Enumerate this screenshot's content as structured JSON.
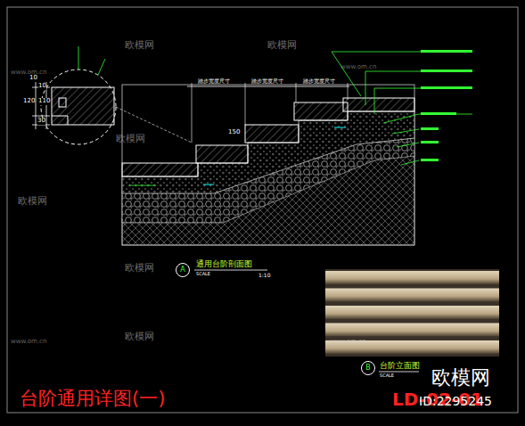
{
  "diagram": {
    "title": "台阶通用详图(一)",
    "nodes": [
      {
        "text": [
          "A"
        ]
      },
      {
        "text": [
          "B"
        ]
      }
    ],
    "labels": [
      "10",
      "120",
      "110",
      "30",
      "10",
      "踏步宽度尺寸",
      "踏步宽度尺寸",
      "踏步宽度尺寸",
      "150",
      "通用台阶剖面图",
      "SCALE",
      "1:10",
      "台阶立面图",
      "SCALE",
      "LD-02-01",
      "欧模网",
      "ID:2295245",
      "欧模网",
      "欧模网",
      "欧模网",
      "欧模网",
      "欧模网",
      "欧模网",
      "www.om.cn",
      "www.om.cn",
      "www.om.cn",
      "www.om.cn"
    ]
  }
}
